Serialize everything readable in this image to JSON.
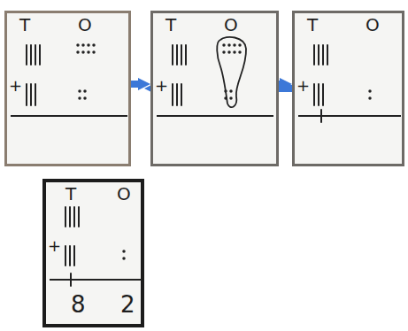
{
  "diagram": {
    "nodes": [
      {
        "text": [
          "T",
          "O",
          "+"
        ]
      },
      {
        "text": [
          "T",
          "O",
          "+"
        ]
      },
      {
        "text": [
          "T",
          "O",
          "+"
        ]
      },
      {
        "text": [
          "T",
          "O",
          "+",
          "8",
          "2"
        ]
      }
    ],
    "edges": [
      {
        "from": 0,
        "to": 1,
        "arrow": "to"
      },
      {
        "from": 1,
        "to": 2,
        "arrow": "to"
      },
      {
        "from": 2,
        "to": 3,
        "arrow": "to"
      }
    ]
  }
}
